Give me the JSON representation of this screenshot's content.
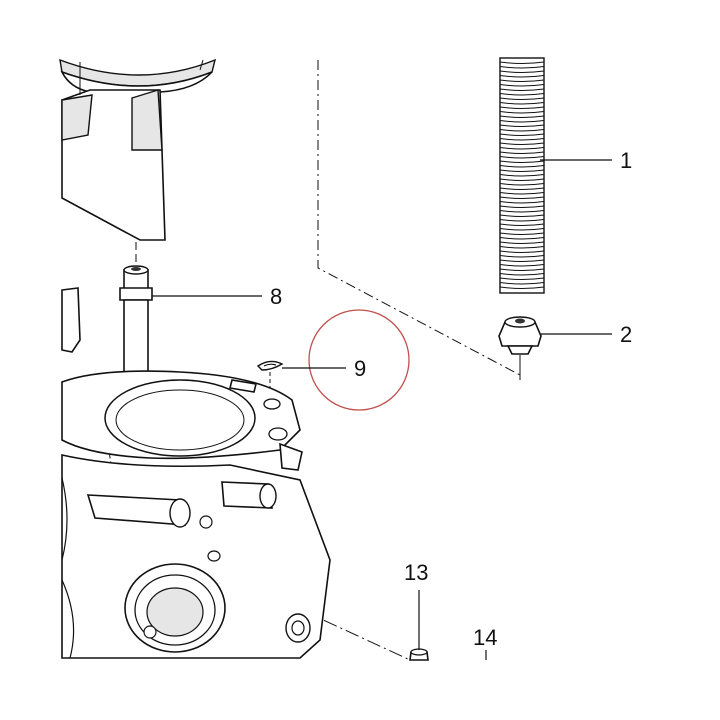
{
  "diagram": {
    "callouts": [
      {
        "id": "1",
        "label": "1"
      },
      {
        "id": "2",
        "label": "2"
      },
      {
        "id": "8",
        "label": "8"
      },
      {
        "id": "9",
        "label": "9",
        "highlighted": true
      },
      {
        "id": "13",
        "label": "13"
      },
      {
        "id": "14",
        "label": "14"
      }
    ],
    "colors": {
      "line": "#111111",
      "highlight_circle": "#c0504d",
      "background": "#ffffff",
      "part_shade": "#e6e6e6"
    }
  }
}
